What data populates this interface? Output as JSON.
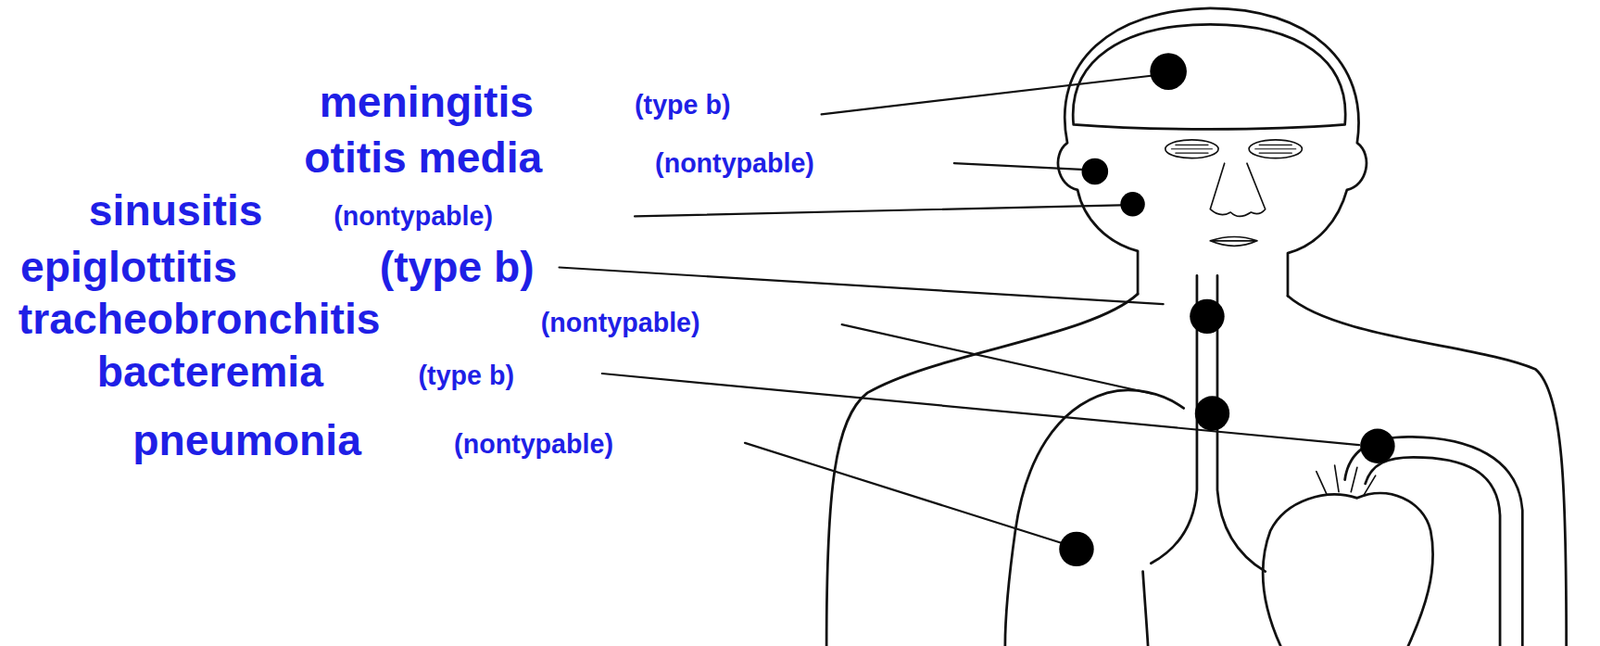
{
  "diagram": {
    "labels": [
      "meningitis",
      "(type b)",
      "otitis media",
      "(nontypable)",
      "sinusitis",
      "(nontypable)",
      "epiglottitis",
      "(type b)",
      "tracheobronchitis",
      "(nontypable)",
      "bacteremia",
      "(type b)",
      "pneumonia",
      "(nontypable)"
    ]
  }
}
